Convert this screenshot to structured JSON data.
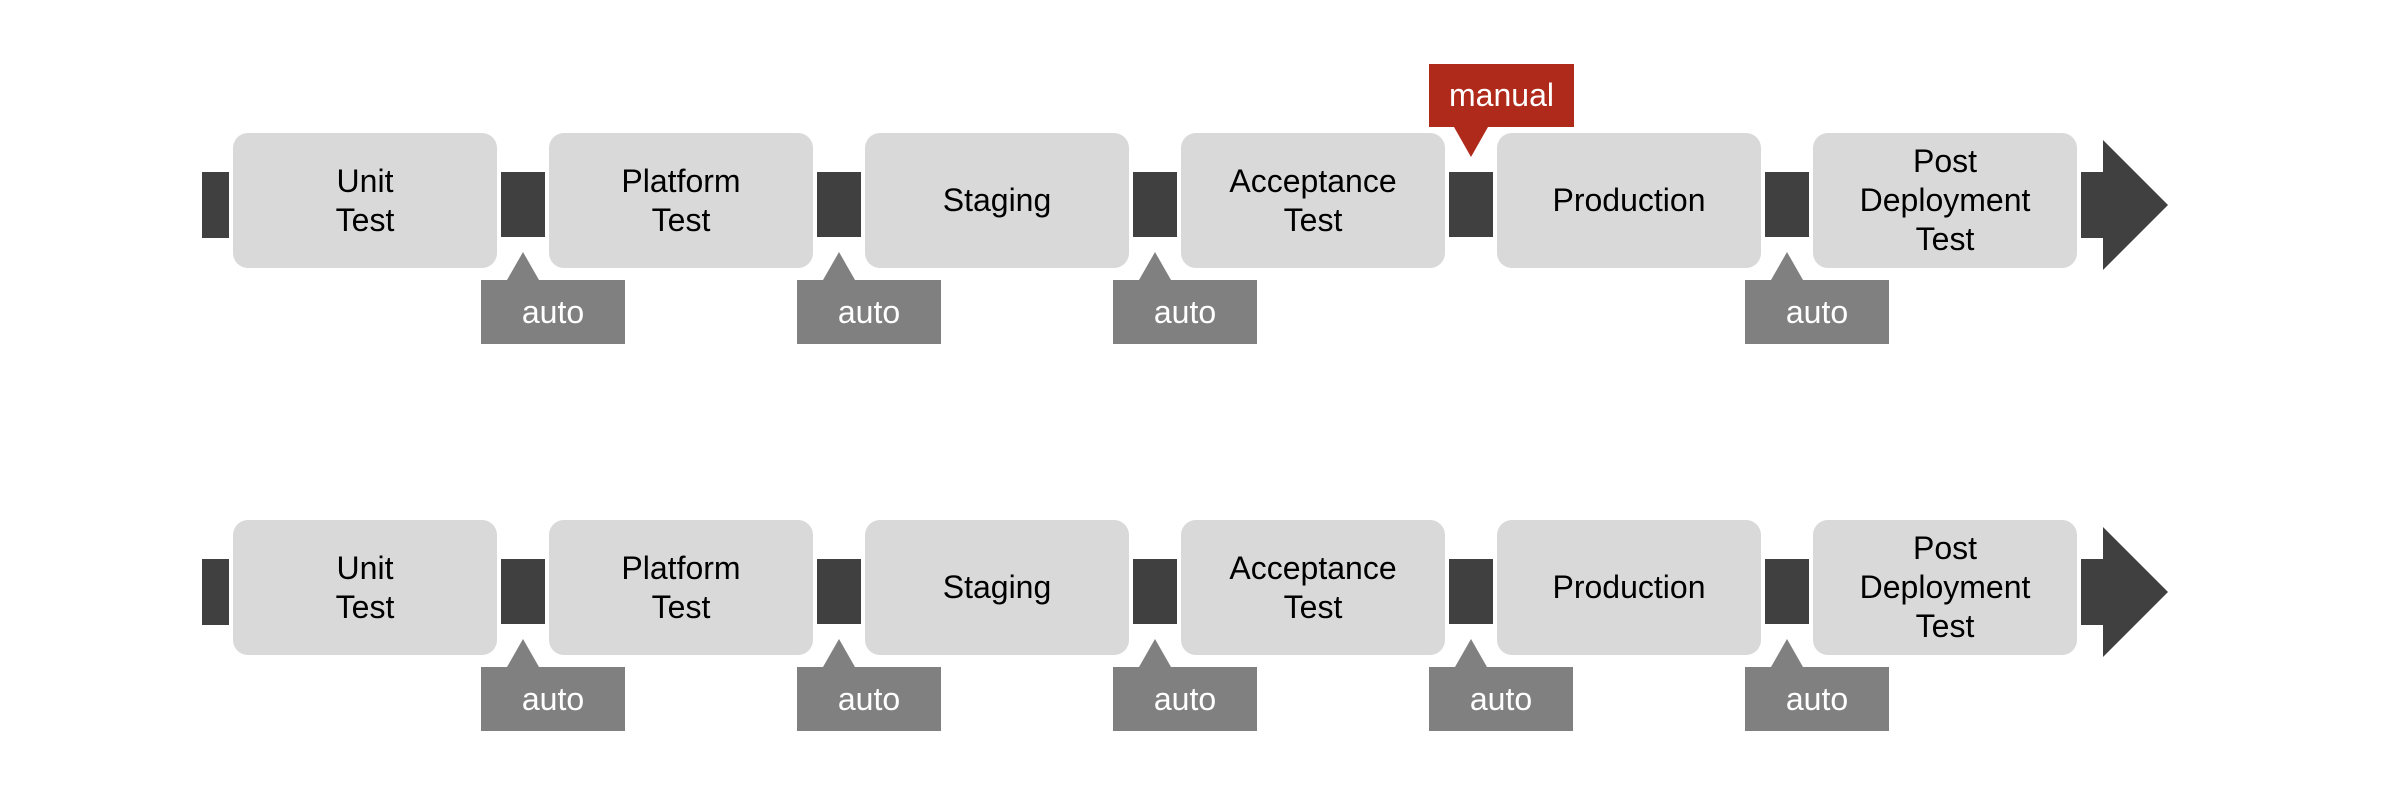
{
  "colors": {
    "background": "#ffffff",
    "stage_fill": "#d9d9d9",
    "stage_text": "#000000",
    "connector_fill": "#404040",
    "auto_tag_fill": "#808080",
    "manual_tag_fill": "#b02a1c",
    "tag_text": "#ffffff"
  },
  "pipelines": [
    {
      "stages": [
        {
          "label": "Unit\nTest"
        },
        {
          "label": "Platform\nTest"
        },
        {
          "label": "Staging"
        },
        {
          "label": "Acceptance\nTest"
        },
        {
          "label": "Production"
        },
        {
          "label": "Post\nDeployment\nTest"
        }
      ],
      "gates": [
        {
          "type": "auto",
          "label": "auto"
        },
        {
          "type": "auto",
          "label": "auto"
        },
        {
          "type": "auto",
          "label": "auto"
        },
        {
          "type": "manual",
          "label": "manual"
        },
        {
          "type": "auto",
          "label": "auto"
        }
      ]
    },
    {
      "stages": [
        {
          "label": "Unit\nTest"
        },
        {
          "label": "Platform\nTest"
        },
        {
          "label": "Staging"
        },
        {
          "label": "Acceptance\nTest"
        },
        {
          "label": "Production"
        },
        {
          "label": "Post\nDeployment\nTest"
        }
      ],
      "gates": [
        {
          "type": "auto",
          "label": "auto"
        },
        {
          "type": "auto",
          "label": "auto"
        },
        {
          "type": "auto",
          "label": "auto"
        },
        {
          "type": "auto",
          "label": "auto"
        },
        {
          "type": "auto",
          "label": "auto"
        }
      ]
    }
  ]
}
